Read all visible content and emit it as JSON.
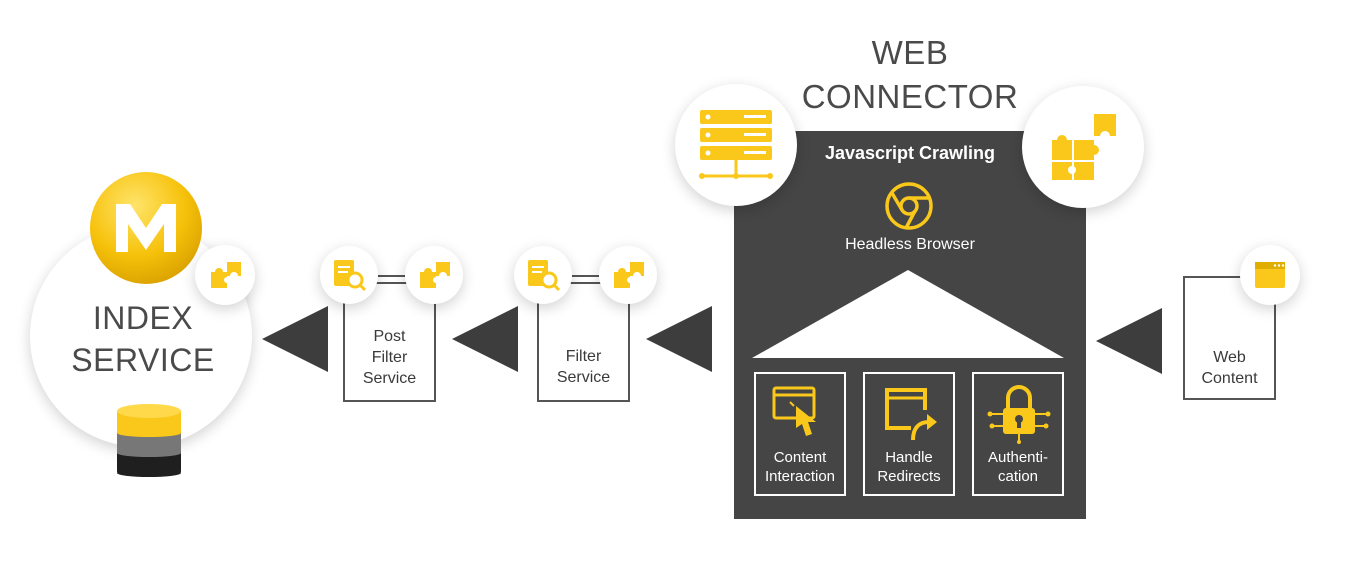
{
  "index_service": {
    "title_line1": "INDEX",
    "title_line2": "SERVICE",
    "logo_letter": "M"
  },
  "post_filter": {
    "line1": "Post",
    "line2": "Filter",
    "line3": "Service"
  },
  "filter": {
    "line1": "Filter",
    "line2": "Service"
  },
  "web_connector": {
    "title_line1": "WEB",
    "title_line2": "CONNECTOR",
    "subtitle": "Javascript Crawling",
    "browser_label": "Headless Browser",
    "features": [
      {
        "line1": "Content",
        "line2": "Interaction"
      },
      {
        "line1": "Handle",
        "line2": "Redirects"
      },
      {
        "line1": "Authenti-",
        "line2": "cation"
      }
    ]
  },
  "web_content": {
    "line1": "Web",
    "line2": "Content"
  },
  "colors": {
    "accent": "#F9C81A",
    "panel": "#454545",
    "arrow": "#3d3d3d"
  }
}
